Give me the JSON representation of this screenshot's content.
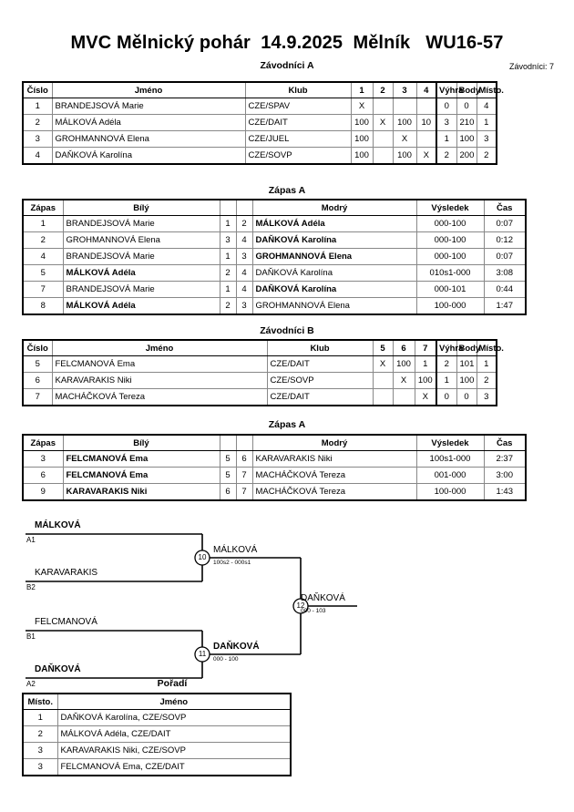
{
  "header": {
    "title": "MVC Mělnický pohár  14.9.2025  Mělník   WU16-57",
    "subtitle_left": "Závodníci A",
    "entrants_label": "Závodníci: 7"
  },
  "pool_a": {
    "caption": "Závodníci A",
    "columns": [
      "Číslo",
      "Jméno",
      "Klub",
      "1",
      "2",
      "3",
      "4",
      "Výhra",
      "Body",
      "Místo."
    ],
    "rows": [
      {
        "cislo": "1",
        "jmeno": "BRANDEJSOVÁ Marie",
        "klub": "CZE/SPAV",
        "m": [
          "X",
          "",
          "",
          ""
        ],
        "vyhra": "0",
        "body": "0",
        "misto": "4"
      },
      {
        "cislo": "2",
        "jmeno": "MÁLKOVÁ Adéla",
        "klub": "CZE/DAIT",
        "m": [
          "100",
          "X",
          "100",
          "10"
        ],
        "vyhra": "3",
        "body": "210",
        "misto": "1"
      },
      {
        "cislo": "3",
        "jmeno": "GROHMANNOVÁ Elena",
        "klub": "CZE/JUEL",
        "m": [
          "100",
          "",
          "X",
          ""
        ],
        "vyhra": "1",
        "body": "100",
        "misto": "3"
      },
      {
        "cislo": "4",
        "jmeno": "DAŇKOVÁ Karolína",
        "klub": "CZE/SOVP",
        "m": [
          "100",
          "",
          "100",
          "X"
        ],
        "vyhra": "2",
        "body": "200",
        "misto": "2"
      }
    ]
  },
  "matches_a": {
    "caption": "Zápas A",
    "columns": [
      "Zápas",
      "Bílý",
      "",
      "",
      "Modrý",
      "Výsledek",
      "Čas"
    ],
    "rows": [
      {
        "zapas": "1",
        "bily": "BRANDEJSOVÁ Marie",
        "bily_bold": false,
        "n1": "1",
        "n2": "2",
        "modry": "MÁLKOVÁ Adéla",
        "modry_bold": true,
        "vysledek": "000-100",
        "cas": "0:07"
      },
      {
        "zapas": "2",
        "bily": "GROHMANNOVÁ Elena",
        "bily_bold": false,
        "n1": "3",
        "n2": "4",
        "modry": "DAŇKOVÁ Karolína",
        "modry_bold": true,
        "vysledek": "000-100",
        "cas": "0:12"
      },
      {
        "zapas": "4",
        "bily": "BRANDEJSOVÁ Marie",
        "bily_bold": false,
        "n1": "1",
        "n2": "3",
        "modry": "GROHMANNOVÁ Elena",
        "modry_bold": true,
        "vysledek": "000-100",
        "cas": "0:07"
      },
      {
        "zapas": "5",
        "bily": "MÁLKOVÁ Adéla",
        "bily_bold": true,
        "n1": "2",
        "n2": "4",
        "modry": "DAŇKOVÁ Karolína",
        "modry_bold": false,
        "vysledek": "010s1-000",
        "cas": "3:08"
      },
      {
        "zapas": "7",
        "bily": "BRANDEJSOVÁ Marie",
        "bily_bold": false,
        "n1": "1",
        "n2": "4",
        "modry": "DAŇKOVÁ Karolína",
        "modry_bold": true,
        "vysledek": "000-101",
        "cas": "0:44"
      },
      {
        "zapas": "8",
        "bily": "MÁLKOVÁ Adéla",
        "bily_bold": true,
        "n1": "2",
        "n2": "3",
        "modry": "GROHMANNOVÁ Elena",
        "modry_bold": false,
        "vysledek": "100-000",
        "cas": "1:47"
      }
    ]
  },
  "pool_b": {
    "caption": "Závodníci B",
    "columns": [
      "Číslo",
      "Jméno",
      "Klub",
      "5",
      "6",
      "7",
      "Výhra",
      "Body",
      "Místo."
    ],
    "rows": [
      {
        "cislo": "5",
        "jmeno": "FELCMANOVÁ Ema",
        "klub": "CZE/DAIT",
        "m": [
          "X",
          "100",
          "1"
        ],
        "vyhra": "2",
        "body": "101",
        "misto": "1"
      },
      {
        "cislo": "6",
        "jmeno": "KARAVARAKIS Niki",
        "klub": "CZE/SOVP",
        "m": [
          "",
          "X",
          "100"
        ],
        "vyhra": "1",
        "body": "100",
        "misto": "2"
      },
      {
        "cislo": "7",
        "jmeno": "MACHÁČKOVÁ Tereza",
        "klub": "CZE/DAIT",
        "m": [
          "",
          "",
          "X"
        ],
        "vyhra": "0",
        "body": "0",
        "misto": "3"
      }
    ]
  },
  "matches_b": {
    "caption": "Zápas A",
    "columns": [
      "Zápas",
      "Bílý",
      "",
      "",
      "Modrý",
      "Výsledek",
      "Čas"
    ],
    "rows": [
      {
        "zapas": "3",
        "bily": "FELCMANOVÁ Ema",
        "bily_bold": true,
        "n1": "5",
        "n2": "6",
        "modry": "KARAVARAKIS Niki",
        "modry_bold": false,
        "vysledek": "100s1-000",
        "cas": "2:37"
      },
      {
        "zapas": "6",
        "bily": "FELCMANOVÁ Ema",
        "bily_bold": true,
        "n1": "5",
        "n2": "7",
        "modry": "MACHÁČKOVÁ Tereza",
        "modry_bold": false,
        "vysledek": "001-000",
        "cas": "3:00"
      },
      {
        "zapas": "9",
        "bily": "KARAVARAKIS Niki",
        "bily_bold": true,
        "n1": "6",
        "n2": "7",
        "modry": "MACHÁČKOVÁ Tereza",
        "modry_bold": false,
        "vysledek": "100-000",
        "cas": "1:43"
      }
    ]
  },
  "bracket": {
    "entries": [
      {
        "name": "MÁLKOVÁ",
        "seed": "A1",
        "bold": true
      },
      {
        "name": "KARAVARAKIS",
        "seed": "B2",
        "bold": false
      },
      {
        "name": "FELCMANOVÁ",
        "seed": "B1",
        "bold": false
      },
      {
        "name": "DAŇKOVÁ",
        "seed": "A2",
        "bold": true
      }
    ],
    "nodes": [
      {
        "number": "10",
        "winner": "MÁLKOVÁ",
        "score": "100s2 - 000s1",
        "bold": false
      },
      {
        "number": "11",
        "winner": "DAŇKOVÁ",
        "score": "000 - 100",
        "bold": true
      },
      {
        "number": "12",
        "winner": "DAŇKOVÁ",
        "score": "000 - 103",
        "bold": false
      }
    ]
  },
  "standings": {
    "caption": "Pořadí",
    "columns": [
      "Místo.",
      "Jméno"
    ],
    "rows": [
      {
        "misto": "1",
        "jmeno": "DAŇKOVÁ Karolína, CZE/SOVP"
      },
      {
        "misto": "2",
        "jmeno": "MÁLKOVÁ Adéla, CZE/DAIT"
      },
      {
        "misto": "3",
        "jmeno": "KARAVARAKIS Niki, CZE/SOVP"
      },
      {
        "misto": "3",
        "jmeno": "FELCMANOVÁ Ema, CZE/DAIT"
      }
    ]
  }
}
